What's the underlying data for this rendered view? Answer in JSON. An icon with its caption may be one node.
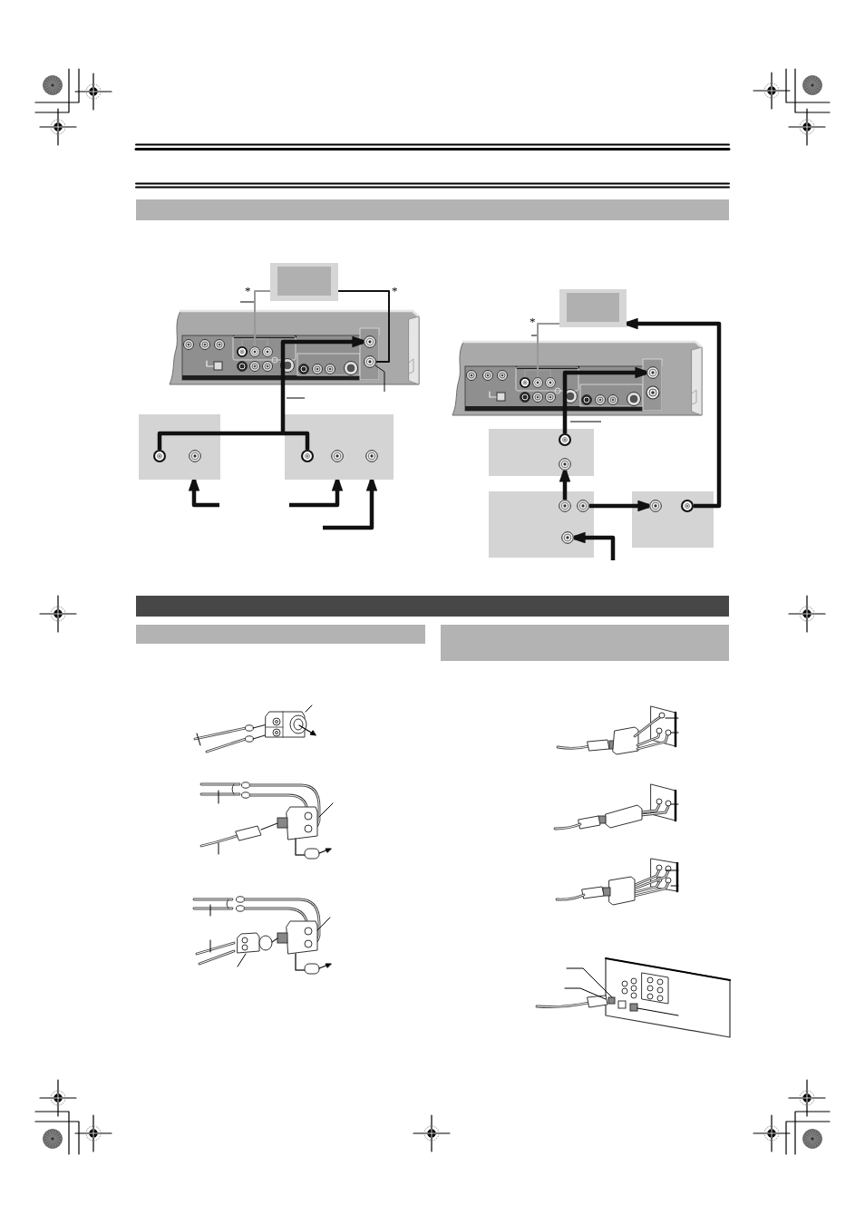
{
  "diagram": {
    "nodes": [
      {
        "text": [],
        "shape": "bar"
      },
      {
        "text": [],
        "shape": "box"
      },
      {
        "text": [],
        "shape": "picture"
      },
      {
        "text": [],
        "shape": "circle",
        "in": 2
      },
      {
        "text": [],
        "shape": "circle",
        "in": 2
      },
      {
        "text": [],
        "shape": "circle",
        "in": 2
      },
      {
        "text": [],
        "shape": "circle",
        "in": 2
      },
      {
        "text": [],
        "shape": "circle",
        "in": 2
      },
      {
        "text": [],
        "shape": "box"
      },
      {
        "text": [],
        "shape": "circle",
        "in": 8
      },
      {
        "text": [],
        "shape": "circle",
        "in": 8
      },
      {
        "text": [],
        "shape": "box"
      },
      {
        "text": [],
        "shape": "circle",
        "in": 11
      },
      {
        "text": [],
        "shape": "circle",
        "in": 11
      },
      {
        "text": [],
        "shape": "circle",
        "in": 11
      },
      {
        "text": [],
        "shape": "box"
      },
      {
        "text": [],
        "shape": "picture"
      },
      {
        "text": [],
        "shape": "circle",
        "in": 16
      },
      {
        "text": [],
        "shape": "circle",
        "in": 16
      },
      {
        "text": [],
        "shape": "circle",
        "in": 16
      },
      {
        "text": [],
        "shape": "circle",
        "in": 16
      },
      {
        "text": [],
        "shape": "box"
      },
      {
        "text": [],
        "shape": "circle",
        "in": 21
      },
      {
        "text": [],
        "shape": "circle",
        "in": 21
      },
      {
        "text": [],
        "shape": "box"
      },
      {
        "text": [],
        "shape": "circle",
        "in": 24
      },
      {
        "text": [],
        "shape": "circle",
        "in": 24
      },
      {
        "text": [],
        "shape": "circle",
        "in": 24
      },
      {
        "text": [],
        "shape": "box"
      },
      {
        "text": [],
        "shape": "circle",
        "in": 28
      },
      {
        "text": [],
        "shape": "circle",
        "in": 28
      },
      {
        "text": [],
        "shape": "bar"
      },
      {
        "text": [],
        "shape": "bar"
      },
      {
        "text": [],
        "shape": "bar"
      }
    ],
    "edges": [
      {
        "from": 1,
        "to": 3,
        "arrow": "none",
        "color": "#999999"
      },
      {
        "from": 1,
        "to": 4,
        "arrow": "none",
        "color": "#999999"
      },
      {
        "from": 1,
        "to": 5,
        "arrow": "none",
        "color": "#999999"
      },
      {
        "from": 1,
        "to": 7,
        "arrow": "none"
      },
      {
        "from": 9,
        "to": 6,
        "arrow": "to"
      },
      {
        "from": 12,
        "to": 6,
        "arrow": "to"
      },
      {
        "from": null,
        "to": 8,
        "arrow": "to"
      },
      {
        "from": null,
        "to": 11,
        "arrow": "to"
      },
      {
        "from": null,
        "to": 11,
        "arrow": "to"
      },
      {
        "from": 15,
        "to": 17,
        "arrow": "none",
        "color": "#999999"
      },
      {
        "from": 15,
        "to": 18,
        "arrow": "none",
        "color": "#999999"
      },
      {
        "from": 15,
        "to": 19,
        "arrow": "none",
        "color": "#999999"
      },
      {
        "from": 22,
        "to": 20,
        "arrow": "to"
      },
      {
        "from": 25,
        "to": 23,
        "arrow": "to"
      },
      {
        "from": 26,
        "to": 29,
        "arrow": "to"
      },
      {
        "from": 30,
        "to": 15,
        "arrow": "to"
      },
      {
        "from": null,
        "to": 27,
        "arrow": "to"
      },
      {
        "from": null,
        "to": 7,
        "arrow": "none"
      }
    ],
    "labels": [
      "*",
      "*",
      "*"
    ]
  }
}
